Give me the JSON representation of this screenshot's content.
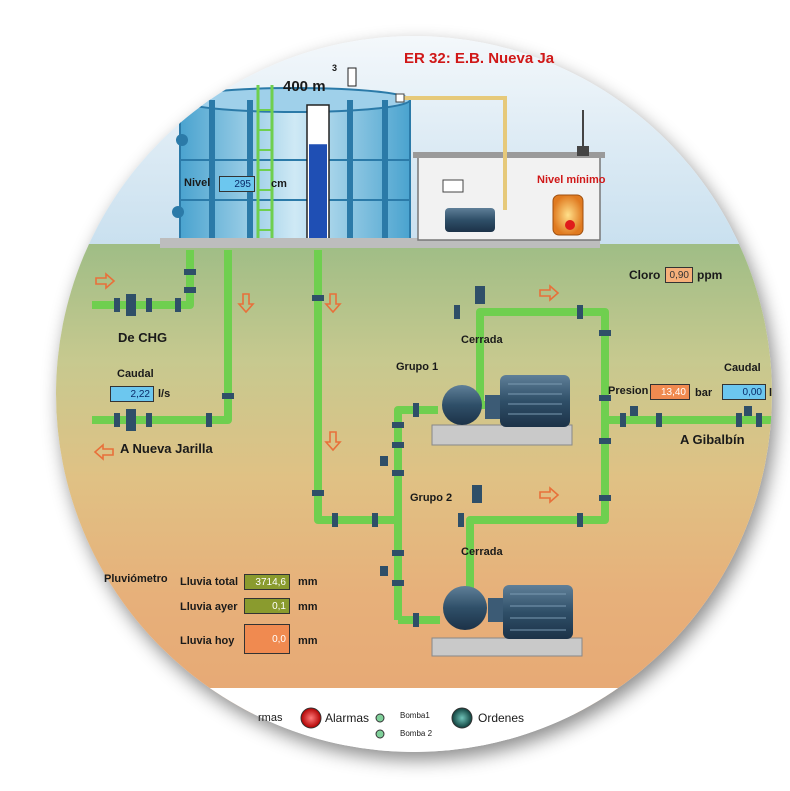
{
  "title": "ER 32: E.B. Nueva Ja",
  "tank": {
    "volume_label": "400 m",
    "volume_superscript": "3",
    "nivel_label": "Nivel",
    "nivel_value": "295",
    "nivel_unit": "cm",
    "level_fraction": 0.72
  },
  "nivel_minimo_label": "Nivel mínimo",
  "cloro": {
    "label": "Cloro",
    "value": "0,90",
    "unit": "ppm"
  },
  "de_chg_label": "De CHG",
  "caudal_left": {
    "label": "Caudal",
    "value": "2,22",
    "unit": "l/s"
  },
  "nueva_jarilla_label": "A Nueva Jarilla",
  "grupo1": {
    "label": "Grupo 1",
    "valve_label": "Cerrada"
  },
  "grupo2": {
    "label": "Grupo 2",
    "valve_label": "Cerrada"
  },
  "presion": {
    "label": "Presion",
    "value": "13,40",
    "unit": "bar"
  },
  "caudal_right": {
    "label": "Caudal",
    "value": "0,00",
    "unit": "l"
  },
  "gibalbin_label": "A Gibalbín",
  "pluviometro": {
    "label": "Pluviómetro",
    "rows": [
      {
        "label": "Lluvia total",
        "value": "3714,6",
        "unit": "mm"
      },
      {
        "label": "Lluvia ayer",
        "value": "0,1",
        "unit": "mm"
      },
      {
        "label": "Lluvia hoy",
        "value": "0,0",
        "unit": "mm"
      }
    ]
  },
  "legend": {
    "partial_label": "rmas",
    "alarmas_label": "Alarmas",
    "bomba1_label": "Bomba1",
    "bomba2_label": "Bomba 2",
    "ordenes_label": "Ordenes"
  },
  "colors": {
    "pipe": "#6fcf4f",
    "tank_water": "#1f4fb4",
    "alarm": "#e01b1b",
    "ordenes": "#1f6b66",
    "arrow": "#e8703a"
  }
}
